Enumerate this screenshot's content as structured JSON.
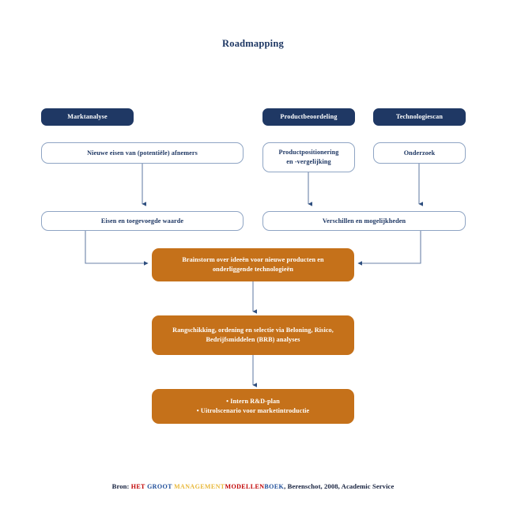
{
  "page": {
    "title": "Roadmapping",
    "background": "#ffffff"
  },
  "colors": {
    "header_navy": "#1F3864",
    "plain_border": "#8FA5C4",
    "accent_orange": "#C5711A",
    "connector": "#2F4F7F",
    "footer_red": "#C00000",
    "footer_blue": "#1F4E99",
    "footer_gold": "#E8B83A",
    "footer_dark": "#16213E"
  },
  "columns": [
    {
      "header": "Marktanalyse"
    },
    {
      "header": "Productbeoordeling"
    },
    {
      "header": "Technologiescan"
    }
  ],
  "nodes": {
    "header_marktanalyse": "Marktanalyse",
    "header_productbeoordeling": "Productbeoordeling",
    "header_technologiescan": "Technologiescan",
    "nieuwe_eisen": "Nieuwe eisen van (potentiële) afnemers",
    "productpositionering_line1": "Productpositionering",
    "productpositionering_line2": "en -vergelijking",
    "onderzoek": "Onderzoek",
    "eisen_waarde": "Eisen en toegevoegde waarde",
    "verschillen_mogelijkheden": "Verschillen en mogelijkheden",
    "brainstorm_line1": "Brainstorm over ideeën voor nieuwe producten en",
    "brainstorm_line2": "onderliggende technologieën",
    "rangschikking_line1": "Rangschikking, ordening en selectie via Beloning, Risico,",
    "rangschikking_line2": "Bedrijfsmiddelen (BRB) analyses",
    "output_line1": "• Intern R&D-plan",
    "output_line2": "• Uitrolscenario voor marketintroductie"
  },
  "footer": {
    "prefix": "Bron:",
    "title_het": "HET",
    "title_groot": "GROOT",
    "title_management": "MANAGEMENT",
    "title_modellen": "MODELLEN",
    "title_boek": "BOEK",
    "suffix": ", Berenschot, 2008, Academic Service"
  }
}
